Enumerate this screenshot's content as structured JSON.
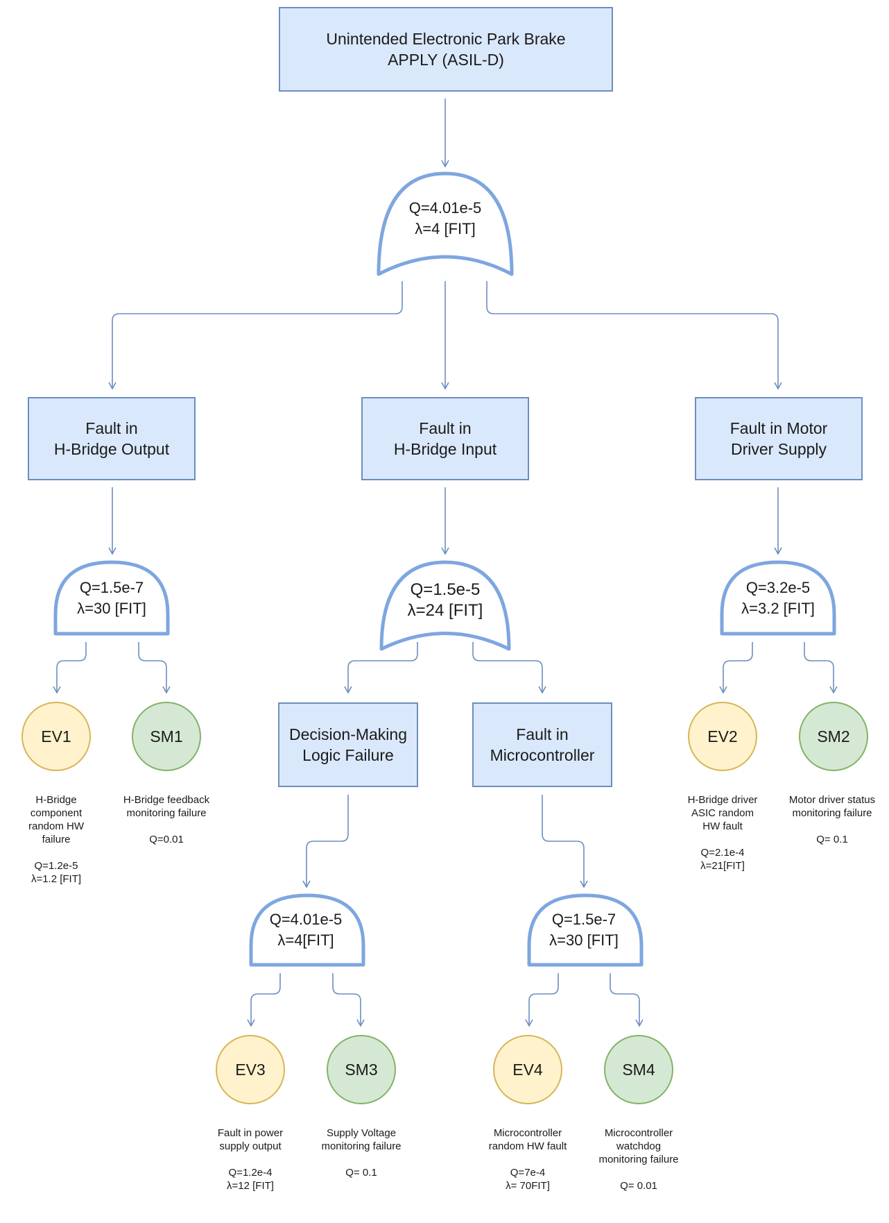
{
  "top_event": {
    "line1": "Unintended Electronic Park Brake",
    "line2": "APPLY (ASIL-D)"
  },
  "top_gate": {
    "q": "Q=4.01e-5",
    "lam": "λ=4 [FIT]"
  },
  "faults": {
    "hb_output": {
      "line1": "Fault in",
      "line2": "H-Bridge Output"
    },
    "hb_input": {
      "line1": "Fault in",
      "line2": "H-Bridge Input"
    },
    "motor_supply": {
      "line1": "Fault in Motor",
      "line2": "Driver Supply"
    },
    "decision_logic": {
      "line1": "Decision-Making",
      "line2": "Logic Failure"
    },
    "microcontroller": {
      "line1": "Fault in",
      "line2": "Microcontroller"
    }
  },
  "gates": {
    "hb_output": {
      "q": "Q=1.5e-7",
      "lam": "λ=30 [FIT]"
    },
    "hb_input": {
      "q": "Q=1.5e-5",
      "lam": "λ=24 [FIT]"
    },
    "motor_supply": {
      "q": "Q=3.2e-5",
      "lam": "λ=3.2 [FIT]"
    },
    "decision_logic": {
      "q": "Q=4.01e-5",
      "lam": "λ=4[FIT]"
    },
    "microcontroller": {
      "q": "Q=1.5e-7",
      "lam": "λ=30 [FIT]"
    }
  },
  "events": {
    "ev1": {
      "label": "EV1",
      "desc": [
        "H-Bridge",
        "component",
        "random HW",
        "failure"
      ],
      "vals": [
        "Q=1.2e-5",
        "λ=1.2 [FIT]"
      ]
    },
    "sm1": {
      "label": "SM1",
      "desc": [
        "H-Bridge feedback",
        "monitoring failure"
      ],
      "vals": [
        "Q=0.01"
      ]
    },
    "ev2": {
      "label": "EV2",
      "desc": [
        "H-Bridge driver",
        "ASIC random",
        "HW fault"
      ],
      "vals": [
        "Q=2.1e-4",
        "λ=21[FIT]"
      ]
    },
    "sm2": {
      "label": "SM2",
      "desc": [
        "Motor driver status",
        "monitoring failure"
      ],
      "vals": [
        "Q= 0.1"
      ]
    },
    "ev3": {
      "label": "EV3",
      "desc": [
        "Fault in power",
        "supply output"
      ],
      "vals": [
        "Q=1.2e-4",
        "λ=12 [FIT]"
      ]
    },
    "sm3": {
      "label": "SM3",
      "desc": [
        "Supply Voltage",
        "monitoring failure"
      ],
      "vals": [
        "Q= 0.1"
      ]
    },
    "ev4": {
      "label": "EV4",
      "desc": [
        "Microcontroller",
        "random HW fault"
      ],
      "vals": [
        "Q=7e-4",
        "λ= 70FIT]"
      ]
    },
    "sm4": {
      "label": "SM4",
      "desc": [
        "Microcontroller",
        "watchdog",
        "monitoring failure"
      ],
      "vals": [
        "Q= 0.01"
      ]
    }
  },
  "colors": {
    "box_fill": "#dae8fc",
    "box_stroke": "#6c8ebf",
    "event_fill": "#fff2cc",
    "event_stroke": "#d6b656",
    "sm_fill": "#d5e8d4",
    "sm_stroke": "#82b366"
  }
}
